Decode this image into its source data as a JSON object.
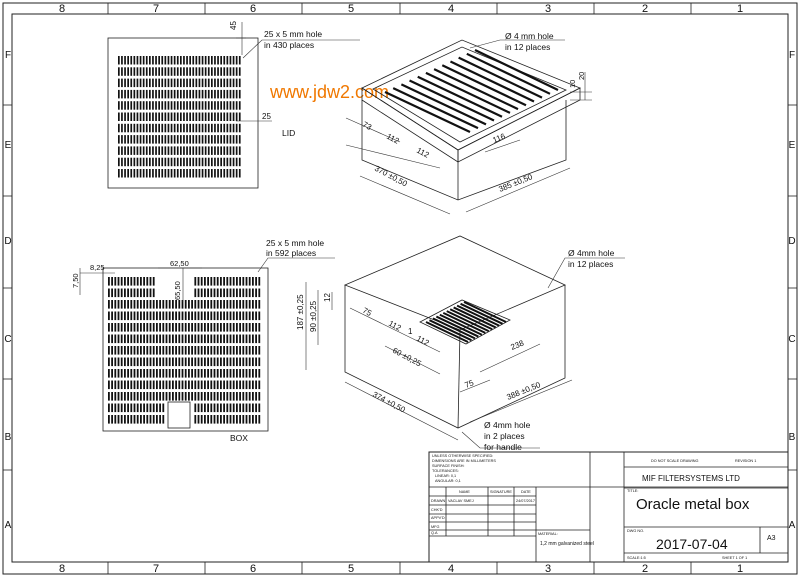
{
  "border": {
    "columns_top": [
      "8",
      "7",
      "6",
      "5",
      "4",
      "3",
      "2",
      "1"
    ],
    "columns_bottom": [
      "8",
      "7",
      "6",
      "5",
      "4",
      "3",
      "2",
      "1"
    ],
    "rows_left": [
      "F",
      "E",
      "D",
      "C",
      "B",
      "A"
    ],
    "rows_right": [
      "F",
      "E",
      "D",
      "C",
      "B",
      "A"
    ]
  },
  "watermark": "www.jdw2.com",
  "lid": {
    "label": "LID",
    "hole_note_1": "25 x 5 mm hole",
    "hole_note_2": "in 430 places",
    "dim_top": "45",
    "dim_side": "25"
  },
  "box": {
    "label": "BOX",
    "hole_note_1": "25 x 5 mm hole",
    "hole_note_2": "in 592 places",
    "dim_left": "8,25",
    "dim_left2": "7,50",
    "dim_gap": "62,50",
    "dim_gap_h": "65,50"
  },
  "iso_lid": {
    "hole_note_1": "Ø 4 mm hole",
    "hole_note_2": "in 12 places",
    "d_73": "73",
    "d_112a": "112",
    "d_112b": "112",
    "d_116": "116",
    "d_370": "370 ±0,50",
    "d_385": "385 ±0,50",
    "d_10": "10",
    "d_20": "20"
  },
  "iso_box": {
    "hole_note_1": "Ø 4mm hole",
    "hole_note_2": "in 12 places",
    "handle_note_1": "Ø 4mm hole",
    "handle_note_2": "in 2 places",
    "handle_note_3": "for handle",
    "d_187": "187 ±0,25",
    "d_90": "90 ±0,25",
    "d_12": "12",
    "d_75a": "75",
    "d_112a": "112",
    "d_1": "1",
    "d_112b": "112",
    "d_60": "60 ±0,25",
    "d_238": "238",
    "d_75b": "75",
    "d_374": "374 ±0,50",
    "d_388": "388 ±0,50"
  },
  "title_block": {
    "notes": [
      "UNLESS OTHERWISE SPECIFIED:",
      "DIMENSIONS ARE IN MILLIMETERS",
      "SURFACE FINISH:",
      "TOLERANCES:",
      "LINEAR: 0,1",
      "ANGULAR: 0,1"
    ],
    "do_not_scale": "DO NOT SCALE DRAWING",
    "revision": "REVISION 1",
    "company": "MIF FILTERSYSTEMS LTD",
    "title_label": "TITLE:",
    "title": "Oracle metal box",
    "col_name": "NAME",
    "col_signature": "SIGNATURE",
    "col_date": "DATE",
    "rows": [
      "DRAWN",
      "CHK'D",
      "APPV'D",
      "MFG",
      "Q.A"
    ],
    "drawn_name": "VACLAV SMEJ",
    "drawn_date": "24/07/2017",
    "material_label": "MATERIAL:",
    "material": "1,2 mm galvanized steel",
    "dwg_label": "DWG NO.",
    "dwg_no": "2017-07-04",
    "size": "A3",
    "scale": "SCALE:1:5",
    "sheet": "SHEET 1 OF 1"
  }
}
